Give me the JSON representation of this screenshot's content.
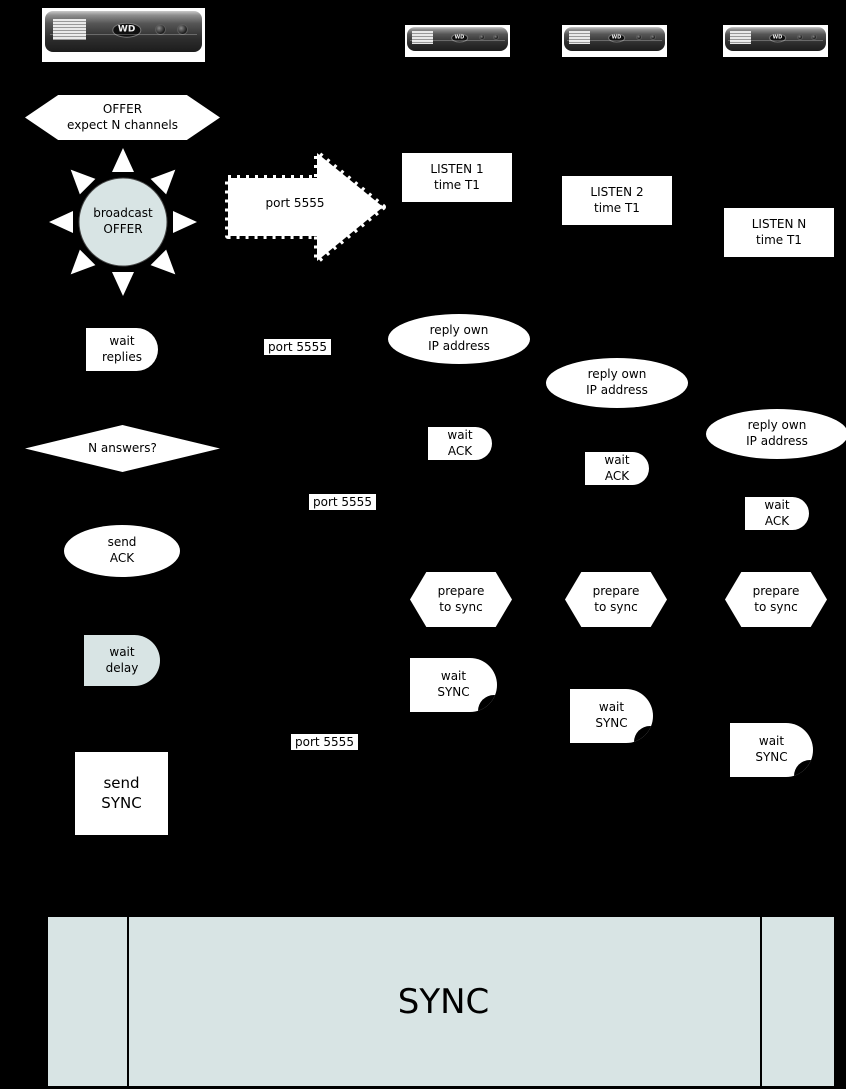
{
  "colors": {
    "background": "#000000",
    "shape_fill": "#ffffff",
    "accent_fill": "#d8e4e4",
    "text": "#000000"
  },
  "device_logo": "WD",
  "server": {
    "offer": "OFFER\nexpect N channels",
    "broadcast_offer": "broadcast\nOFFER",
    "wait_replies": "wait\nreplies",
    "n_answers": "N answers?",
    "send_ack": "send\nACK",
    "wait_delay": "wait\ndelay",
    "send_sync": "send\nSYNC"
  },
  "broadcast_arrow_label": "port 5555",
  "port_labels": {
    "reply": "port 5555",
    "ack": "port 5555",
    "sync": "port 5555"
  },
  "clients": [
    {
      "listen": "LISTEN 1\ntime T1",
      "reply": "reply own\nIP address",
      "wait_ack": "wait\nACK",
      "prepare": "prepare\nto sync",
      "wait_sync": "wait\nSYNC"
    },
    {
      "listen": "LISTEN 2\ntime T1",
      "reply": "reply own\nIP address",
      "wait_ack": "wait\nACK",
      "prepare": "prepare\nto sync",
      "wait_sync": "wait\nSYNC"
    },
    {
      "listen": "LISTEN N\ntime T1",
      "reply": "reply own\nIP address",
      "wait_ack": "wait\nACK",
      "prepare": "prepare\nto sync",
      "wait_sync": "wait\nSYNC"
    }
  ],
  "timeline": {
    "label": "SYNC"
  }
}
